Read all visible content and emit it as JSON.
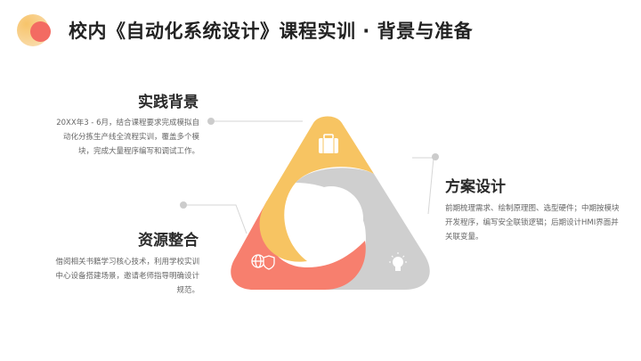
{
  "header": {
    "title": "校内《自动化系统设计》课程实训 · 背景与准备",
    "logo_colors": {
      "outer": "#f7c46a",
      "inner": "#f36b62"
    }
  },
  "sections": [
    {
      "id": "practice-background",
      "title": "实践背景",
      "description": "20XX年3 - 6月，结合课程要求完成模拟自动化分拣生产线全流程实训，覆盖多个模块，完成大量程序编写和调试工作。",
      "icon": "briefcase-icon",
      "color": "#f7c462"
    },
    {
      "id": "resource-integration",
      "title": "资源整合",
      "description": "借阅相关书籍学习核心技术，利用学校实训中心设备搭建场景，邀请老师指导明确设计规范。",
      "icon": "globe-shield-icon",
      "color": "#f77f6e"
    },
    {
      "id": "scheme-design",
      "title": "方案设计",
      "description": "前期梳理需求、绘制原理图、选型硬件；中期按模块开发程序，编写安全联锁逻辑；后期设计HMI界面并关联变量。",
      "icon": "lightbulb-icon",
      "color": "#cfcfcf"
    }
  ]
}
